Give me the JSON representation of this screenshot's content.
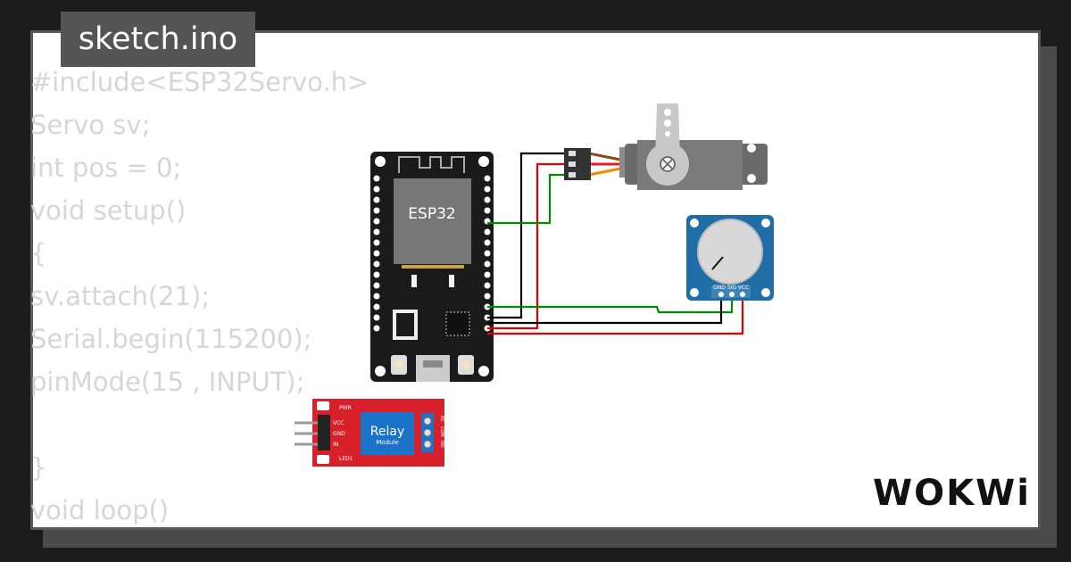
{
  "file_tab": {
    "title": "sketch.ino"
  },
  "code_lines": [
    "#include<ESP32Servo.h>",
    "Servo sv;",
    "int pos = 0;",
    "void setup()",
    "{",
    "sv.attach(21);",
    "Serial.begin(115200);",
    "pinMode(15 , INPUT);",
    "",
    "}",
    "void loop()"
  ],
  "components": {
    "esp32": {
      "label": "ESP32"
    },
    "relay": {
      "title": "Relay",
      "subtitle": "Module",
      "pins": [
        "VCC",
        "GND",
        "IN"
      ],
      "pwr": "PWR",
      "led": "LED1",
      "out": [
        "NO",
        "COM",
        "NC"
      ]
    },
    "pot": {
      "pins": [
        "GND",
        "SIG",
        "VCC"
      ]
    }
  },
  "brand": {
    "logo": "WOKWi"
  },
  "colors": {
    "background": "#1c1c1c",
    "card": "#ffffff",
    "tab": "#555555",
    "board": "#1a1a1a",
    "chip": "#757575",
    "pot": "#1f6ea8",
    "relay": "#d8202a",
    "relay_module": "#1a73c9",
    "wire_black": "#000000",
    "wire_red": "#e00000",
    "wire_green": "#008c00",
    "servo": "#6e6e6e"
  }
}
